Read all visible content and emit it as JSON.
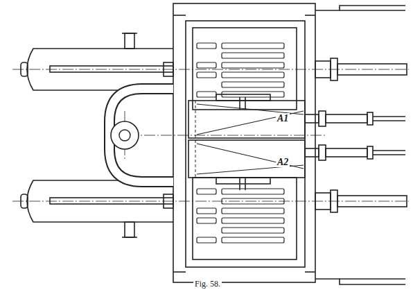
{
  "diagram": {
    "caption": "Fig. 58.",
    "labels": [
      "A1",
      "A2"
    ]
  }
}
